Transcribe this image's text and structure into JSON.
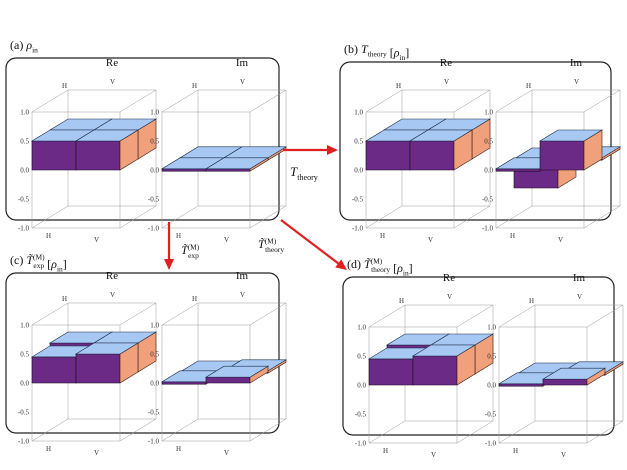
{
  "panels": [
    {
      "id": "a",
      "prefix": "(a) ",
      "label_main": "ρ",
      "label_sub": "in",
      "plots": [
        {
          "title": "Re",
          "values": [
            [
              0.5,
              0.5
            ],
            [
              0.5,
              0.5
            ]
          ]
        },
        {
          "title": "Im",
          "values": [
            [
              0.0,
              0.0
            ],
            [
              0.0,
              0.0
            ]
          ]
        }
      ]
    },
    {
      "id": "b",
      "prefix": "(b) ",
      "label_main": "T",
      "label_sub": "theory",
      "label_bracket": "[ρ",
      "label_bracket_sub": "in",
      "label_close": "]",
      "plots": [
        {
          "title": "Re",
          "values": [
            [
              0.5,
              0.5
            ],
            [
              0.5,
              0.5
            ]
          ]
        },
        {
          "title": "Im",
          "values": [
            [
              0.0,
              0.5
            ],
            [
              -0.5,
              0.0
            ]
          ]
        }
      ]
    },
    {
      "id": "c",
      "prefix": "(c) ",
      "label_main": "T̃",
      "label_sub": "exp",
      "label_sup": "(M)",
      "label_bracket": "[ρ",
      "label_bracket_sub": "in",
      "label_close": "]",
      "plots": [
        {
          "title": "Re",
          "values": [
            [
              0.45,
              0.5
            ],
            [
              0.5,
              0.5
            ]
          ]
        },
        {
          "title": "Im",
          "values": [
            [
              0.0,
              0.1
            ],
            [
              -0.1,
              0.0
            ]
          ]
        }
      ]
    },
    {
      "id": "d",
      "prefix": "(d) ",
      "label_main": "T̃",
      "label_sub": "theory",
      "label_sup": "(M)",
      "label_bracket": "[ρ",
      "label_bracket_sub": "in",
      "label_close": "]",
      "plots": [
        {
          "title": "Re",
          "values": [
            [
              0.45,
              0.5
            ],
            [
              0.5,
              0.5
            ]
          ]
        },
        {
          "title": "Im",
          "values": [
            [
              0.0,
              0.1
            ],
            [
              -0.1,
              0.0
            ]
          ]
        }
      ]
    }
  ],
  "arrows": [
    {
      "id": "a-to-b",
      "label_main": "T",
      "label_sub": "theory",
      "label_sup": ""
    },
    {
      "id": "a-to-c",
      "label_main": "T̃",
      "label_sub": "exp",
      "label_sup": "(M)"
    },
    {
      "id": "a-to-d",
      "label_main": "T̃",
      "label_sub": "theory",
      "label_sup": "(M)"
    }
  ],
  "axis": {
    "ticks": [
      "1.0",
      "0.5",
      "0.0",
      "-0.5",
      "-1.0"
    ],
    "basis": [
      "H",
      "V"
    ],
    "zlim": [
      -1,
      1
    ]
  },
  "colors": {
    "top": "#a8c8f4",
    "front": "#6a2a86",
    "side": "#f0a07a",
    "arrow": "#e02020",
    "frame": "#222222",
    "box": "#9a9a9a"
  }
}
